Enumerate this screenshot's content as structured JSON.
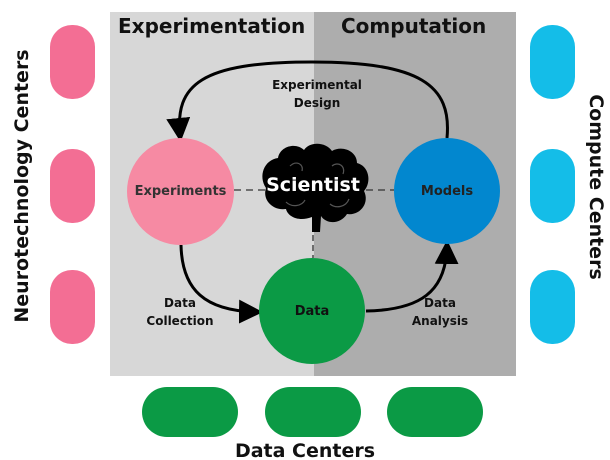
{
  "panels": {
    "left_heading": "Experimentation",
    "right_heading": "Computation"
  },
  "side_labels": {
    "left": "Neurotechnology Centers",
    "right": "Compute Centers",
    "bottom": "Data Centers"
  },
  "nodes": {
    "experiments": "Experiments",
    "models": "Models",
    "data": "Data",
    "scientist": "Scientist"
  },
  "edges": {
    "design_line1": "Experimental",
    "design_line2": "Design",
    "collection_line1": "Data",
    "collection_line2": "Collection",
    "analysis_line1": "Data",
    "analysis_line2": "Analysis"
  },
  "colors": {
    "experimentation_bg": "#d7d7d7",
    "computation_bg": "#adadad",
    "neuro_pink": "#f36e94",
    "compute_cyan": "#14bde8",
    "data_green": "#0b9a45",
    "models_blue": "#0287cf"
  },
  "icons": {
    "scientist": "brain-icon"
  }
}
